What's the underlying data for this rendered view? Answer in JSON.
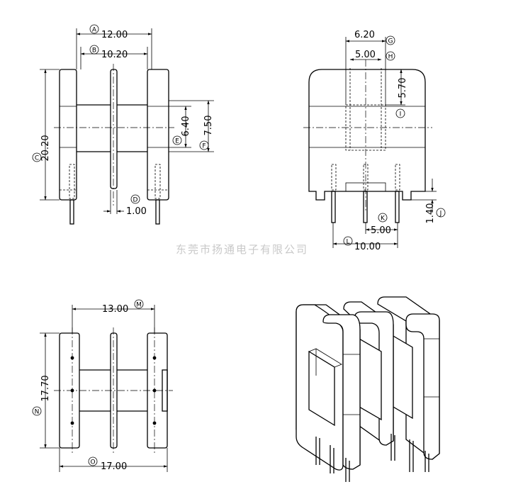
{
  "watermark": "东莞市扬通电子有限公司",
  "front_view": {
    "dims": [
      {
        "tag": "A",
        "value": "12.00"
      },
      {
        "tag": "B",
        "value": "10.20"
      },
      {
        "tag": "C",
        "value": "20.20"
      },
      {
        "tag": "D",
        "value": "1.00"
      },
      {
        "tag": "E",
        "value": "6.40"
      },
      {
        "tag": "F",
        "value": "7.50"
      }
    ]
  },
  "side_view": {
    "dims": [
      {
        "tag": "G",
        "value": "6.20"
      },
      {
        "tag": "H",
        "value": "5.00"
      },
      {
        "tag": "I",
        "value": "5.70"
      },
      {
        "tag": "J",
        "value": "1.40"
      },
      {
        "tag": "K",
        "value": "5.00"
      },
      {
        "tag": "L",
        "value": "10.00"
      }
    ]
  },
  "bottom_view": {
    "dims": [
      {
        "tag": "M",
        "value": "13.00"
      },
      {
        "tag": "N",
        "value": "17.70"
      },
      {
        "tag": "O",
        "value": "17.00"
      }
    ]
  },
  "isometric_view": {}
}
